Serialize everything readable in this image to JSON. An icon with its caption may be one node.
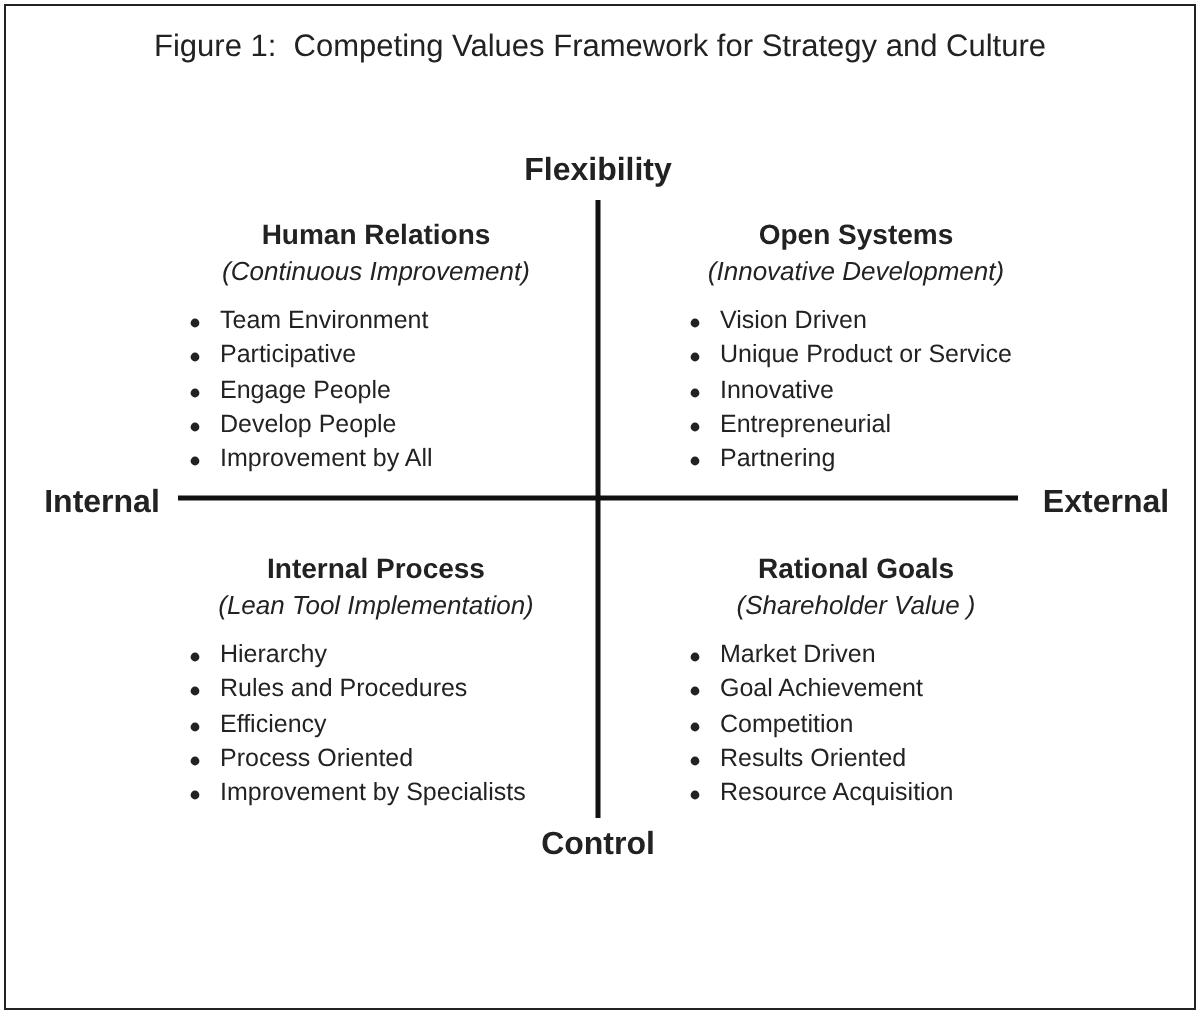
{
  "diagram": {
    "title": "Figure 1:  Competing Values Framework for Strategy and Culture",
    "labels": [
      "Flexibility",
      "Human Relations",
      "(Continuous Improvement)",
      "Team Environment",
      "Participative",
      "Engage People",
      "Develop People",
      "Improvement by All",
      "Open Systems",
      "(Innovative Development)",
      "Vision Driven",
      "Unique Product or Service",
      "Innovative",
      "Entrepreneurial",
      "Partnering",
      "Internal",
      "External",
      "Internal Process",
      "(Lean Tool Implementation)",
      "Hierarchy",
      "Rules and Procedures",
      "Efficiency",
      "Process Oriented",
      "Improvement by Specialists",
      "Rational Goals",
      "(Shareholder Value )",
      "Market Driven",
      "Goal Achievement",
      "Competition",
      "Results Oriented",
      "Resource Acquisition",
      "Control"
    ]
  }
}
